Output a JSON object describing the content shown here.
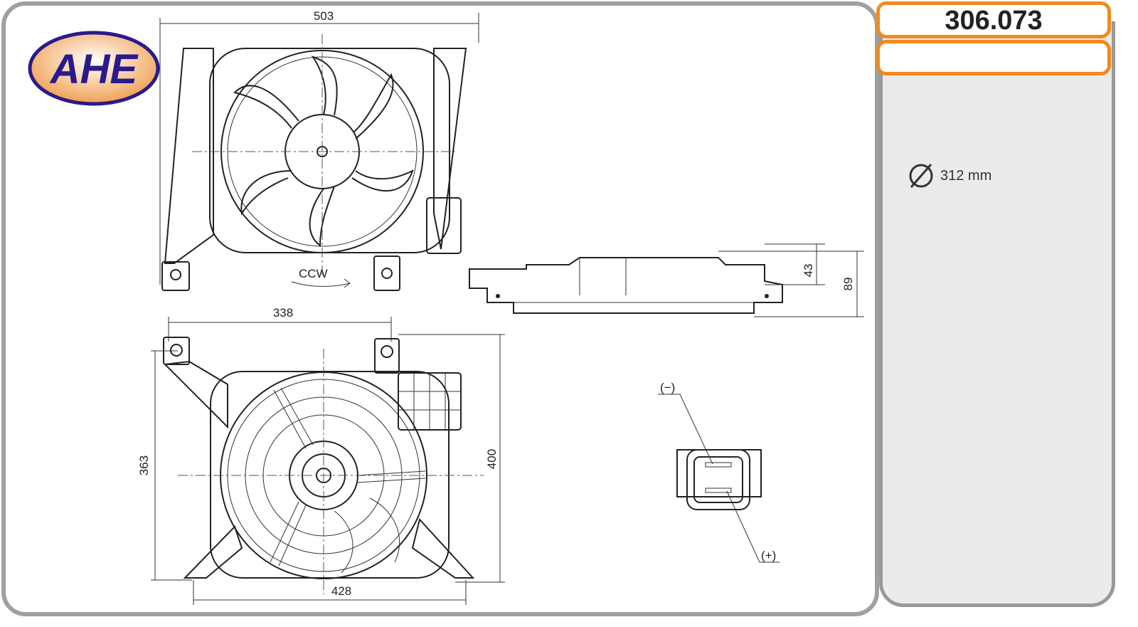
{
  "logo": {
    "text": "AHE"
  },
  "part_number": "306.073",
  "secondary_box": "",
  "specs": {
    "diameter_icon": "diameter-icon",
    "diameter": "312 mm"
  },
  "dimensions": {
    "top_width": "503",
    "rotation": "CCW",
    "mount_spacing": "338",
    "left_height": "363",
    "right_height": "400",
    "bottom_width": "428",
    "side_depth_inner": "43",
    "side_depth_total": "89"
  },
  "connector": {
    "negative": "(−)",
    "positive": "(+)"
  },
  "colors": {
    "accent": "#f08a1e",
    "logo_blue": "#2a1a8c",
    "logo_orange": "#f0a050",
    "panel": "#ebebeb"
  }
}
